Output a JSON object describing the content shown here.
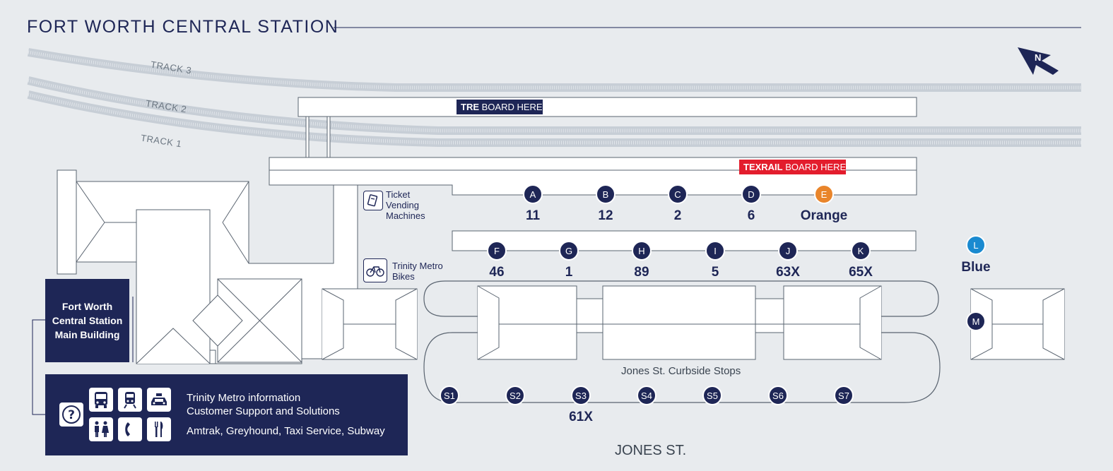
{
  "title": "FORT WORTH CENTRAL STATION",
  "north_label": "N",
  "tracks": [
    "TRACK 3",
    "TRACK 2",
    "TRACK 1"
  ],
  "boarding": {
    "tre_bold": "TRE",
    "tre_rest": " BOARD HERE",
    "texrail_bold": "TEXRAIL",
    "texrail_rest": " BOARD HERE"
  },
  "amenities": {
    "ticket": [
      "Ticket",
      "Vending",
      "Machines"
    ],
    "bikes": [
      "Trinity Metro",
      "Bikes"
    ]
  },
  "bays_row1": [
    {
      "letter": "A",
      "route": "11"
    },
    {
      "letter": "B",
      "route": "12"
    },
    {
      "letter": "C",
      "route": "2"
    },
    {
      "letter": "D",
      "route": "6"
    },
    {
      "letter": "E",
      "route": "Orange"
    }
  ],
  "bays_row2": [
    {
      "letter": "F",
      "route": "46"
    },
    {
      "letter": "G",
      "route": "1"
    },
    {
      "letter": "H",
      "route": "89"
    },
    {
      "letter": "I",
      "route": "5"
    },
    {
      "letter": "J",
      "route": "63X"
    },
    {
      "letter": "K",
      "route": "65X"
    }
  ],
  "bay_l": {
    "letter": "L",
    "route": "Blue"
  },
  "bay_m": {
    "letter": "M"
  },
  "curbside_stops": [
    "S1",
    "S2",
    "S3",
    "S4",
    "S5",
    "S6",
    "S7"
  ],
  "s3_route": "61X",
  "curbside_label": "Jones St. Curbside Stops",
  "street_label": "JONES ST.",
  "main_building": [
    "Fort Worth",
    "Central Station",
    "Main Building"
  ],
  "info": {
    "line1": "Trinity Metro information",
    "line2": "Customer Support and Solutions",
    "line3": "Amtrak, Greyhound, Taxi Service, Subway"
  },
  "colors": {
    "navy": "#1e2656",
    "orange": "#e9852b",
    "blue": "#1a8ad0",
    "red": "#e31d2d",
    "background": "#e8ebee"
  }
}
